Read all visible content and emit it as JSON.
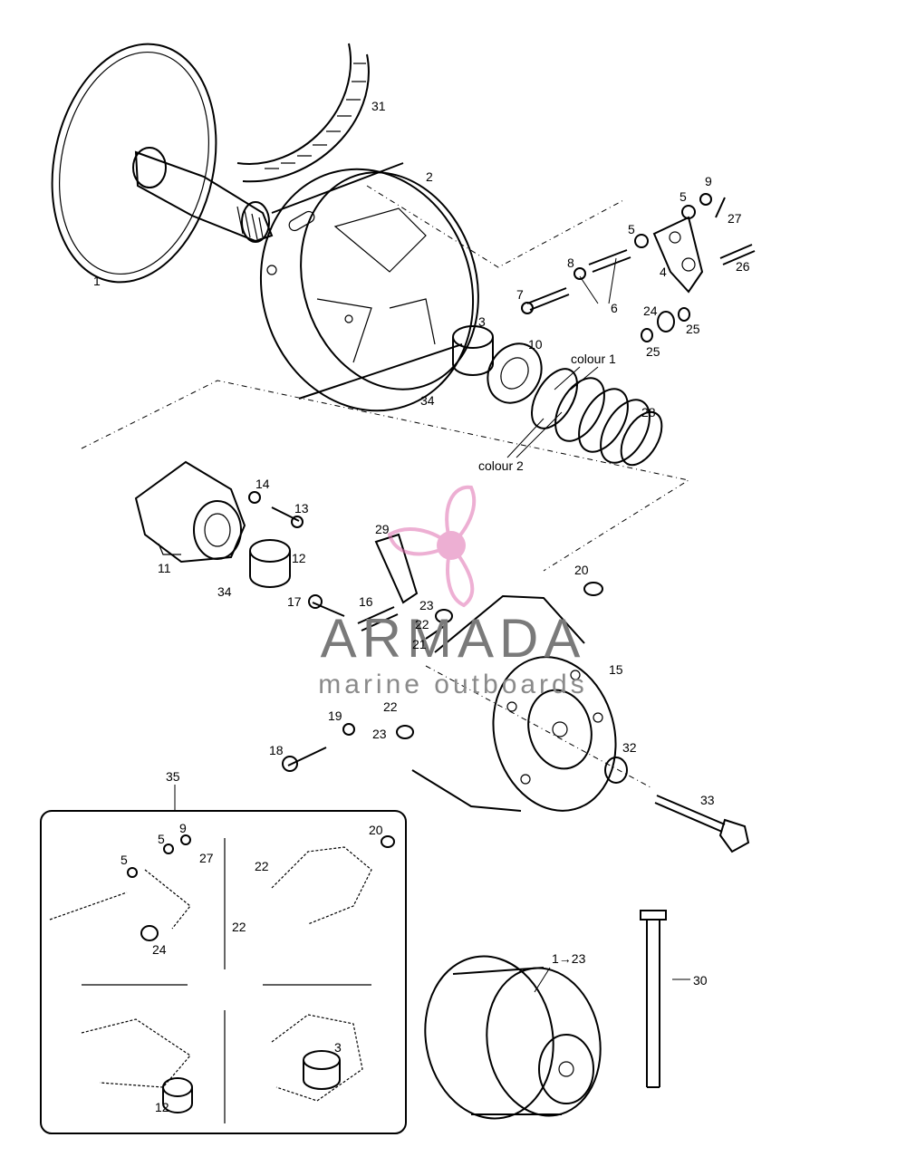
{
  "labels": {
    "p1": "1",
    "p2": "2",
    "p3": "3",
    "p4": "4",
    "p5a": "5",
    "p5b": "5",
    "p6": "6",
    "p7": "7",
    "p8": "8",
    "p9": "9",
    "p10": "10",
    "p11": "11",
    "p12": "12",
    "p13": "13",
    "p14": "14",
    "p15": "15",
    "p16": "16",
    "p17": "17",
    "p18": "18",
    "p19": "19",
    "p20": "20",
    "p21": "21",
    "p22a": "22",
    "p22b": "22",
    "p23a": "23",
    "p23b": "23",
    "p24": "24",
    "p25a": "25",
    "p25b": "25",
    "p26": "26",
    "p27": "27",
    "p28": "28",
    "p29": "29",
    "p30": "30",
    "p31": "31",
    "p32": "32",
    "p33": "33",
    "p34a": "34",
    "p34b": "34",
    "p35": "35",
    "range": "1→23",
    "colour1": "colour 1",
    "colour2": "colour 2"
  },
  "inset": {
    "i5a": "5",
    "i9": "9",
    "i5b": "5",
    "i27": "27",
    "i24": "24",
    "i20": "20",
    "i22a": "22",
    "i22b": "22",
    "i12": "12",
    "i3": "3"
  },
  "watermark": {
    "brand": "ARMADA",
    "tagline": "marine outboards",
    "logo_color": "#e06fb0"
  }
}
